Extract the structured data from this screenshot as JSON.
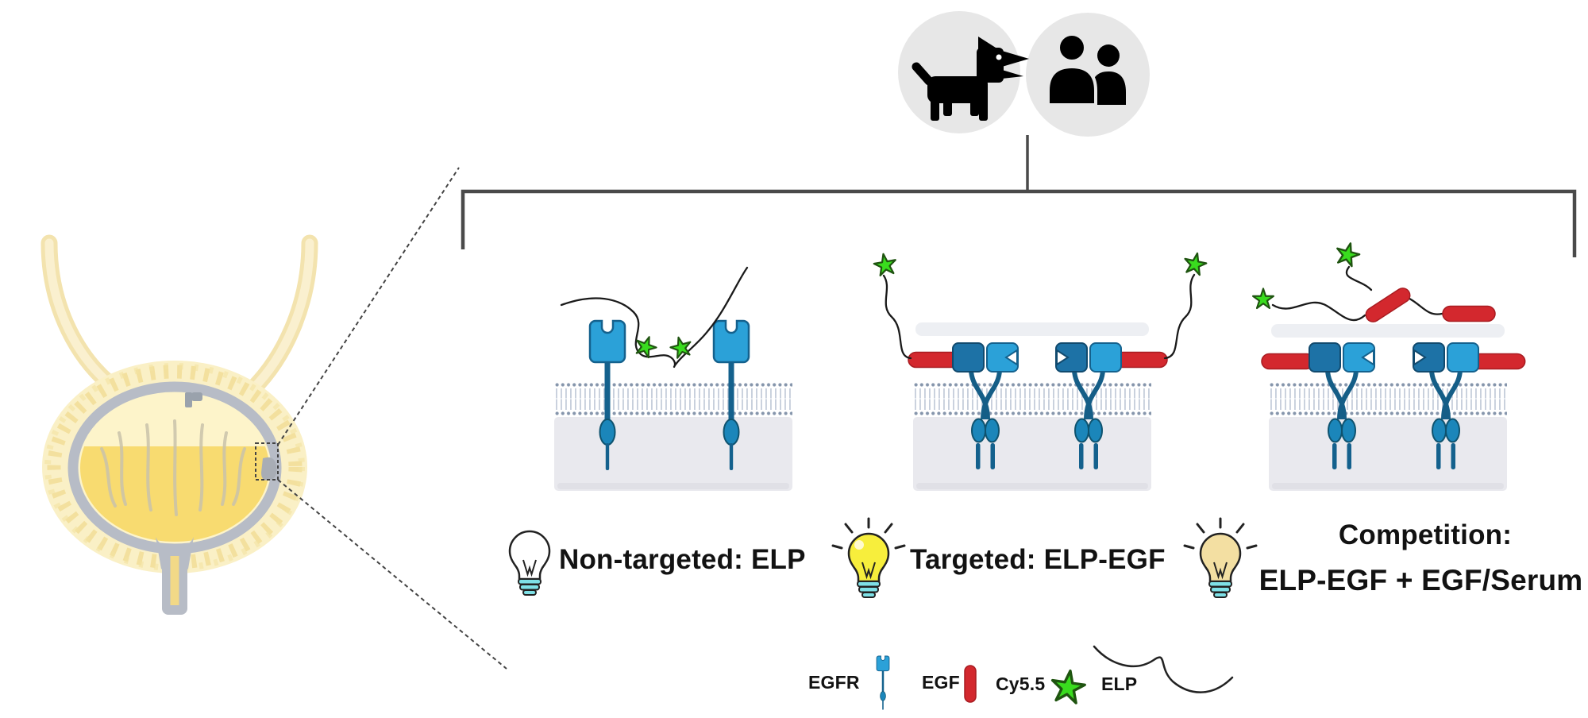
{
  "figure": {
    "description": "Bladder tumor targeting schematic with canine and human subjects",
    "icons": {
      "top_left_circle": "dog-icon",
      "top_right_circle": "people-icon",
      "organ": "bladder-illustration",
      "zoom_marker": "dashed-tumor-box"
    }
  },
  "panels": [
    {
      "id": "non-targeted",
      "bulb": "off",
      "label": "Non-targeted:  ELP"
    },
    {
      "id": "targeted",
      "bulb": "lit",
      "label": "Targeted: ELP-EGF"
    },
    {
      "id": "competition",
      "bulb": "dim",
      "label_line1": "Competition:",
      "label_line2": "ELP-EGF + EGF/Serum"
    }
  ],
  "legend": {
    "items": [
      {
        "label": "EGFR",
        "icon": "egfr-receptor-icon"
      },
      {
        "label": "EGF",
        "icon": "egf-capsule-icon"
      },
      {
        "label": "Cy5.5",
        "icon": "cy55-star-icon"
      },
      {
        "label": "ELP",
        "icon": "elp-squiggle-icon"
      }
    ]
  },
  "colors": {
    "receptor_light_blue": "#2ba1d8",
    "receptor_dark_blue": "#14618d",
    "receptor_block_dark": "#1d72a6",
    "egf_red": "#d3282e",
    "cy55_green": "#39dc1e",
    "bulb_lit_yellow": "#f7ee3c",
    "bulb_dim_yellow": "#f3dfa2",
    "bulb_base_teal": "#7ee0e6",
    "membrane_head_grey": "#8696ac",
    "cytoplasm_grey": "#e9e9ee",
    "bladder_wall_yellow": "#faf0c6",
    "urine_yellow": "#f8db70",
    "ring_grey": "#b7bcc6",
    "circle_grey": "#e7e7e7",
    "line_grey": "#4a4a4a"
  }
}
